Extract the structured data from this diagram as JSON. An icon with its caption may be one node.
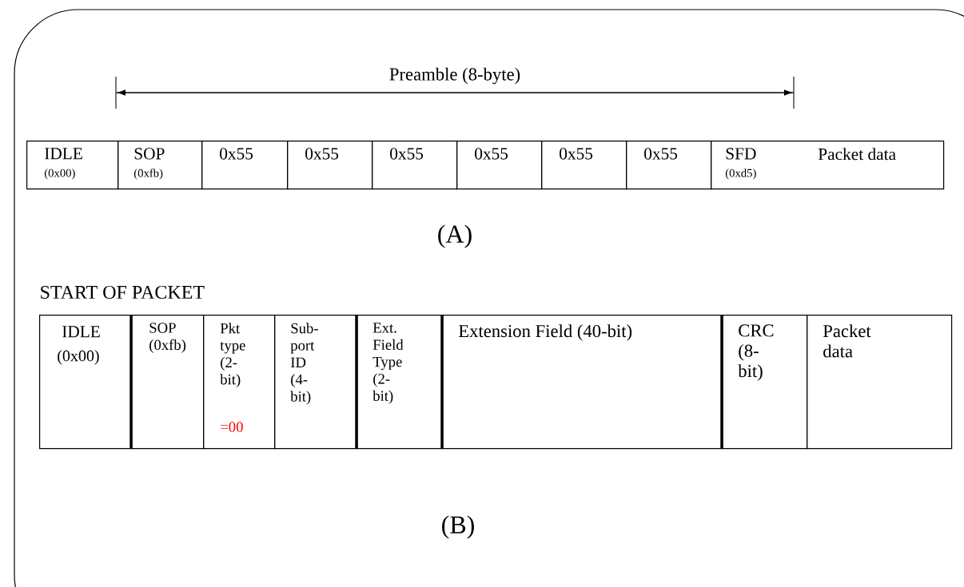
{
  "diagram": {
    "nodes": [
      {
        "text": [
          "IDLE",
          "(0x00)"
        ]
      },
      {
        "text": [
          "SOP",
          "(0xfb)"
        ]
      },
      {
        "text": [
          "0x55"
        ]
      },
      {
        "text": [
          "0x55"
        ]
      },
      {
        "text": [
          "0x55"
        ]
      },
      {
        "text": [
          "0x55"
        ]
      },
      {
        "text": [
          "0x55"
        ]
      },
      {
        "text": [
          "0x55"
        ]
      },
      {
        "text": [
          "SFD",
          "(0xd5)",
          "Packet data"
        ]
      },
      {
        "text": [
          "IDLE",
          "(0x00)"
        ]
      },
      {
        "text": [
          "SOP (0xfb)"
        ]
      },
      {
        "text": [
          "Pkt type (2-bit)",
          "=00"
        ]
      },
      {
        "text": [
          "Sub-port ID (4-bit)"
        ]
      },
      {
        "text": [
          "Ext. Field Type (2-bit)"
        ]
      },
      {
        "text": [
          "Extension Field (40-bit)"
        ]
      },
      {
        "text": [
          "CRC (8-bit)"
        ]
      },
      {
        "text": [
          "Packet data"
        ]
      }
    ],
    "labels": [
      "Preamble (8-byte)",
      "(A)",
      "START OF PACKET",
      "(B)"
    ]
  }
}
